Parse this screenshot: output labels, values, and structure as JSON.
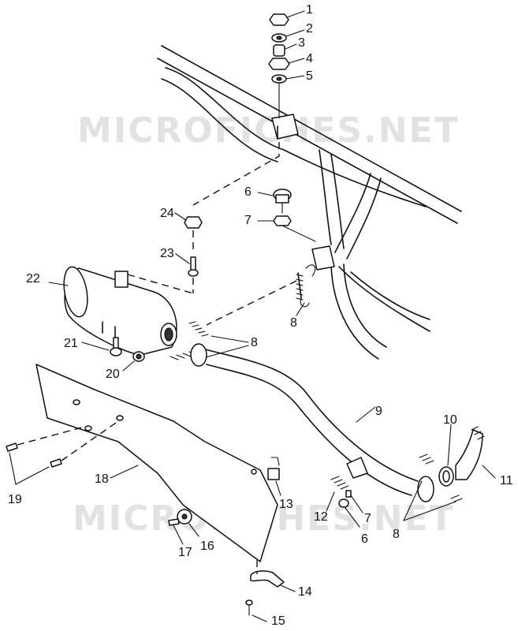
{
  "watermarks": [
    "MICROFICHES.NET",
    "MICROFICHES.NET"
  ],
  "callouts": {
    "c1": "1",
    "c2": "2",
    "c3": "3",
    "c4": "4",
    "c5": "5",
    "c6a": "6",
    "c7a": "7",
    "c24": "24",
    "c23": "23",
    "c22": "22",
    "c8a": "8",
    "c8b": "8",
    "c21": "21",
    "c20": "20",
    "c9": "9",
    "c10": "10",
    "c11": "11",
    "c19": "19",
    "c18": "18",
    "c13": "13",
    "c12": "12",
    "c7b": "7",
    "c6b": "6",
    "c8c": "8",
    "c17": "17",
    "c16": "16",
    "c14": "14",
    "c15": "15"
  }
}
